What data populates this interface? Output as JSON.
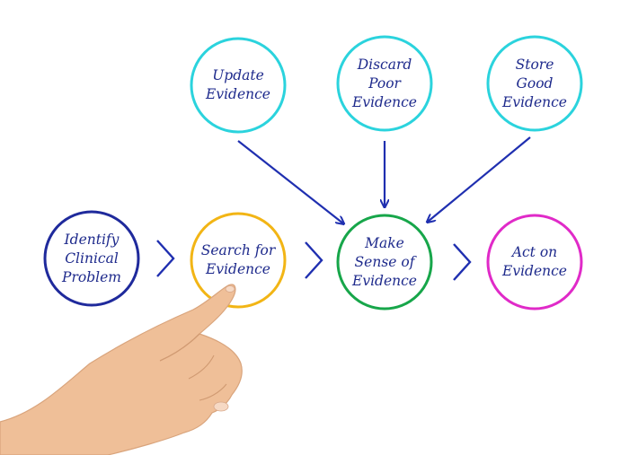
{
  "colors": {
    "text": "#1e2a8c",
    "arrow": "#1f2fb0",
    "cyan": "#2bd3dd",
    "blue": "#1f2a9c",
    "yellow": "#f2b515",
    "green": "#17a64a",
    "magenta": "#e02ac8",
    "skin": "#efbf98"
  },
  "nodes": {
    "update": {
      "label": "Update\nEvidence",
      "color": "cyan"
    },
    "discard": {
      "label": "Discard\nPoor\nEvidence",
      "color": "cyan"
    },
    "store": {
      "label": "Store\nGood\nEvidence",
      "color": "cyan"
    },
    "identify": {
      "label": "Identify\nClinical\nProblem",
      "color": "blue"
    },
    "search": {
      "label": "Search for\nEvidence",
      "color": "yellow"
    },
    "make": {
      "label": "Make\nSense of\nEvidence",
      "color": "green"
    },
    "act": {
      "label": "Act on\nEvidence",
      "color": "magenta"
    }
  },
  "connectors": [
    {
      "from": "update",
      "to": "make",
      "kind": "arrow"
    },
    {
      "from": "discard",
      "to": "make",
      "kind": "arrow"
    },
    {
      "from": "store",
      "to": "make",
      "kind": "arrow"
    },
    {
      "from": "identify",
      "to": "search",
      "kind": "chevron"
    },
    {
      "from": "search",
      "to": "make",
      "kind": "chevron"
    },
    {
      "from": "make",
      "to": "act",
      "kind": "chevron"
    }
  ]
}
